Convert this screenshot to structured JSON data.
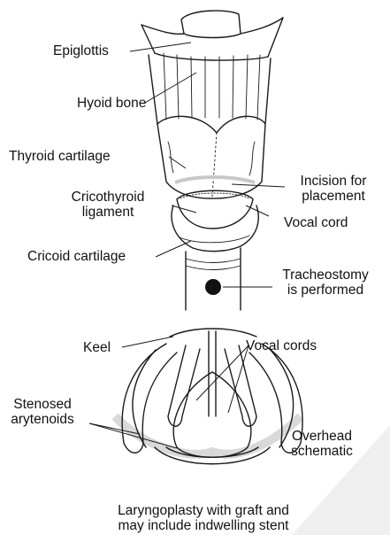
{
  "labels": {
    "epiglottis": "Epiglottis",
    "hyoid_bone": "Hyoid bone",
    "thyroid_cartilage": "Thyroid cartilage",
    "cricothyroid_line1": "Cricothyroid",
    "cricothyroid_line2": "ligament",
    "cricoid_cartilage": "Cricoid cartilage",
    "incision_line1": "Incision for",
    "incision_line2": "placement",
    "vocal_cord": "Vocal cord",
    "tracheostomy_line1": "Tracheostomy",
    "tracheostomy_line2": "is performed",
    "keel": "Keel",
    "vocal_cords": "Vocal cords",
    "stenosed_line1": "Stenosed",
    "stenosed_line2": "arytenoids",
    "overhead_line1": "Overhead",
    "overhead_line2": "schematic",
    "caption_line1": "Laryngoplasty with graft and",
    "caption_line2": "may include indwelling stent"
  },
  "colors": {
    "ink": "#1a1a1a",
    "incision_band": "#c8c8c8",
    "shadow_band": "#d9d9d9",
    "watermark": "#ececec"
  }
}
